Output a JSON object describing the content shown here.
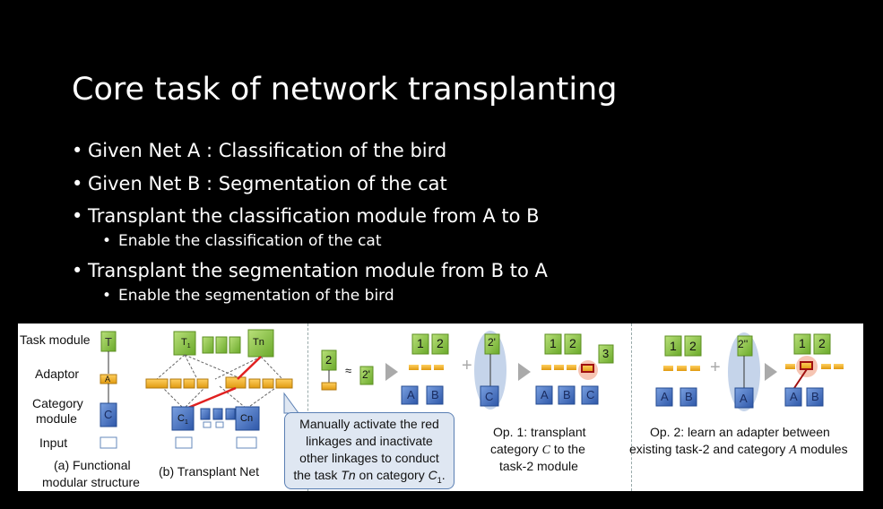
{
  "title": "Core task of network transplanting",
  "bullets": [
    {
      "level": 1,
      "text": "Given Net A : Classification of the bird"
    },
    {
      "level": 1,
      "text": "Given Net B : Segmentation of the cat"
    },
    {
      "level": 1,
      "text": "Transplant the classification module from A to B"
    },
    {
      "level": 2,
      "text": "Enable the classification of the cat"
    },
    {
      "level": 1,
      "text": "Transplant the segmentation module from B to A"
    },
    {
      "level": 2,
      "text": "Enable the segmentation of the bird"
    }
  ],
  "figure": {
    "legend": {
      "task_module": "Task module",
      "adaptor": "Adaptor",
      "category_module_1": "Category",
      "category_module_2": "module",
      "input": "Input",
      "caption_a_1": "(a) Functional",
      "caption_a_2": "modular structure",
      "t_label": "T",
      "a_label": "A",
      "c_label": "C"
    },
    "transplant_net": {
      "caption": "(b) Transplant Net",
      "t1": "T",
      "t1_sub": "1",
      "tn": "Tn",
      "c1": "C",
      "c1_sub": "1",
      "cn": "Cn"
    },
    "callout": {
      "line1": "Manually activate the red",
      "line2": "linkages and inactivate",
      "line3": "other linkages to conduct",
      "line4_pre": "the task ",
      "line4_tn": "Tn",
      "line4_mid": " on category ",
      "line4_c": "C",
      "line4_sub": "1",
      "line4_end": "."
    },
    "op1": {
      "two": "2",
      "two_prime": "2'",
      "approx": "≈",
      "plus": "+",
      "one": "1",
      "three": "3",
      "a": "A",
      "b": "B",
      "c": "C",
      "caption_1": "Op. 1: transplant",
      "caption_2a": "category ",
      "caption_2c": "C",
      "caption_2b": " to the",
      "caption_3": "task-2 module"
    },
    "op2": {
      "one": "1",
      "two": "2",
      "two_dprime": "2''",
      "plus": "+",
      "a": "A",
      "b": "B",
      "caption_1": "Op. 2: learn an adapter between",
      "caption_2a": "existing task-2 and category ",
      "caption_2c": "A",
      "caption_2b": " modules"
    },
    "colors": {
      "green": "#8dc63f",
      "blue": "#4472c4",
      "orange": "#f0b323",
      "red": "#e02020",
      "halo": "#c5d4ea"
    }
  }
}
